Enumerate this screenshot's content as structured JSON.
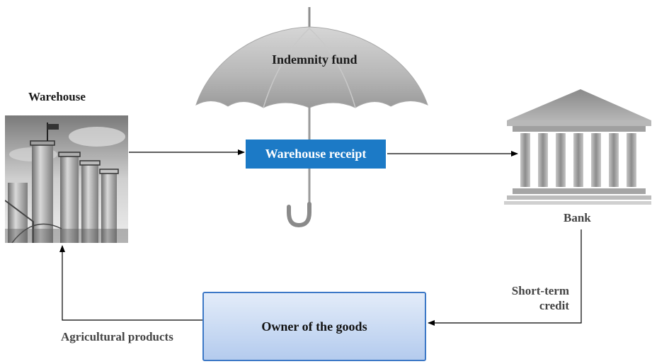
{
  "labels": {
    "warehouse": "Warehouse",
    "indemnity_fund": "Indemnity fund",
    "warehouse_receipt": "Warehouse receipt",
    "bank": "Bank",
    "short_term_credit": "Short-term credit",
    "owner": "Owner of the goods",
    "agricultural_products": "Agricultural products"
  },
  "colors": {
    "receipt_fill": "#1c7ac6",
    "owner_border": "#3c78c6",
    "arrow": "#000000"
  },
  "icons": {
    "umbrella": "umbrella-icon",
    "bank": "bank-building-icon",
    "warehouse": "silo-photo"
  }
}
